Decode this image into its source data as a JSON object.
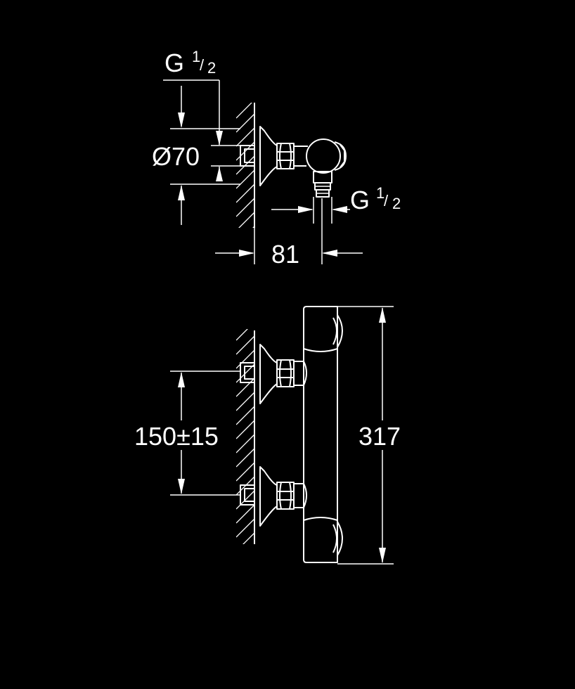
{
  "side_view": {
    "inlet_thread": {
      "main": "G",
      "num": "1",
      "den": "2"
    },
    "diameter": "Ø70",
    "outlet_thread": {
      "main": "G",
      "num": "1",
      "den": "2"
    },
    "projection": "81"
  },
  "front_view": {
    "inlet_spacing": "150±15",
    "height": "317"
  },
  "colors": {
    "background": "#000000",
    "lines": "#ffffff"
  }
}
